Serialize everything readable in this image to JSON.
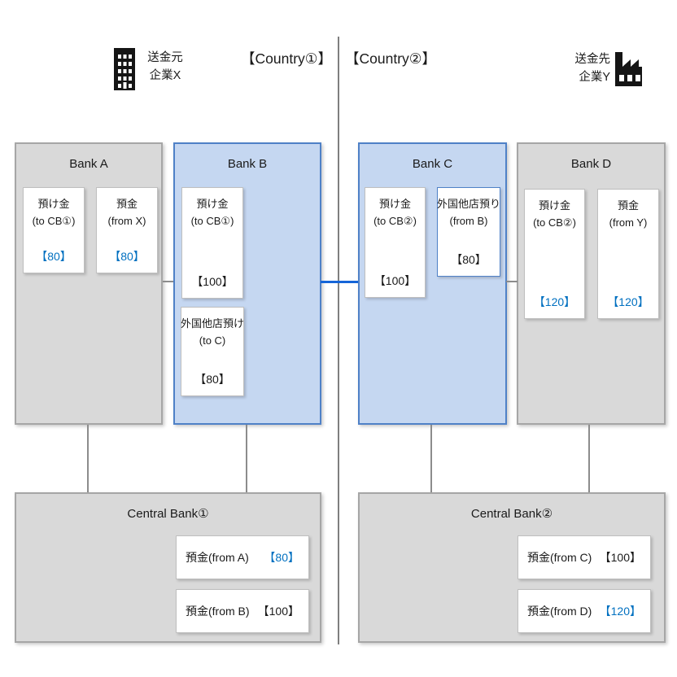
{
  "header": {
    "sender": {
      "icon": "office-building-icon",
      "line1": "送金元",
      "line2": "企業X"
    },
    "country1": "【Country①】",
    "country2": "【Country②】",
    "receiver": {
      "icon": "factory-icon",
      "line1": "送金先",
      "line2": "企業Y"
    }
  },
  "colors": {
    "gray_box_fill": "#d9d9d9",
    "gray_box_border": "#a6a6a6",
    "blue_box_fill": "#c5d7f1",
    "blue_box_border": "#4f81c7",
    "value_blue": "#0070c0",
    "value_black": "#1a1a1a",
    "connector_gray": "#8c8c8c",
    "connector_blue": "#1565d8",
    "divider_gray": "#7f7f7f"
  },
  "banks": [
    {
      "title": "Bank A",
      "style": "gray",
      "boxes": [
        {
          "line1": "預け金",
          "line2": "(to CB①)",
          "value": "【80】",
          "value_color": "#0070c0"
        },
        {
          "line1": "預金",
          "line2": "(from X)",
          "value": "【80】",
          "value_color": "#0070c0"
        }
      ]
    },
    {
      "title": "Bank B",
      "style": "blue",
      "boxes": [
        {
          "line1": "預け金",
          "line2": "(to CB①)",
          "value": "【100】",
          "value_color": "#1a1a1a"
        },
        {
          "line1": "外国他店預け",
          "line2": "(to C)",
          "value": "【80】",
          "value_color": "#1a1a1a"
        }
      ]
    },
    {
      "title": "Bank C",
      "style": "blue",
      "boxes": [
        {
          "line1": "預け金",
          "line2": "(to CB②)",
          "value": "【100】",
          "value_color": "#1a1a1a"
        },
        {
          "line1": "外国他店預り",
          "line2": "(from B)",
          "value": "【80】",
          "value_color": "#1a1a1a"
        }
      ]
    },
    {
      "title": "Bank D",
      "style": "gray",
      "boxes": [
        {
          "line1": "預け金",
          "line2": "(to CB②)",
          "value": "【120】",
          "value_color": "#0070c0"
        },
        {
          "line1": "預金",
          "line2": "(from Y)",
          "value": "【120】",
          "value_color": "#0070c0"
        }
      ]
    }
  ],
  "central_banks": [
    {
      "title": "Central Bank①",
      "rows": [
        {
          "label": "預金(from A)",
          "value": "【80】",
          "value_color": "#0070c0"
        },
        {
          "label": "預金(from B)",
          "value": "【100】",
          "value_color": "#1a1a1a"
        }
      ]
    },
    {
      "title": "Central Bank②",
      "rows": [
        {
          "label": "預金(from C)",
          "value": "【100】",
          "value_color": "#1a1a1a"
        },
        {
          "label": "預金(from D)",
          "value": "【120】",
          "value_color": "#0070c0"
        }
      ]
    }
  ]
}
